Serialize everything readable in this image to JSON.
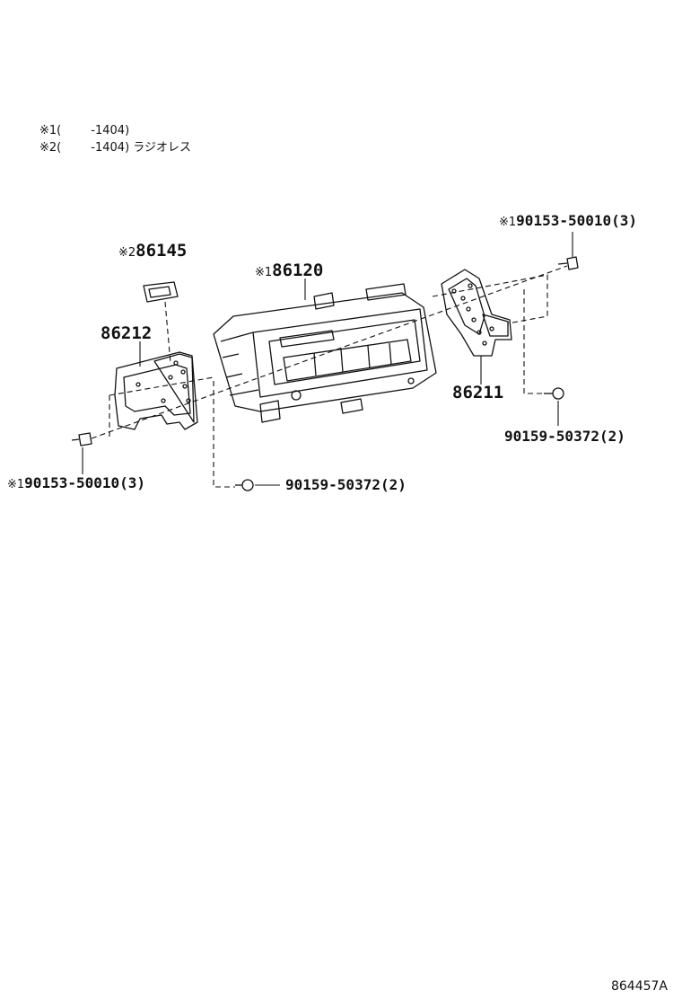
{
  "notes": [
    {
      "mark": "※1",
      "range": "(        -1404)",
      "text": ""
    },
    {
      "mark": "※2",
      "range": "(        -1404)",
      "text": "ラジオレス"
    }
  ],
  "parts": {
    "p86145": {
      "mark": "※2",
      "number": "86145"
    },
    "p86120": {
      "mark": "※1",
      "number": "86120"
    },
    "p86212": {
      "number": "86212"
    },
    "p86211": {
      "number": "86211"
    },
    "bolt_top_right": {
      "mark": "※1",
      "number": "90153-50010",
      "qty": "(3)"
    },
    "bolt_left": {
      "mark": "※1",
      "number": "90153-50010",
      "qty": "(3)"
    },
    "screw_right": {
      "number": "90159-50372",
      "qty": "(2)"
    },
    "screw_center": {
      "number": "90159-50372",
      "qty": "(2)"
    }
  },
  "catalog_id": "864457A"
}
